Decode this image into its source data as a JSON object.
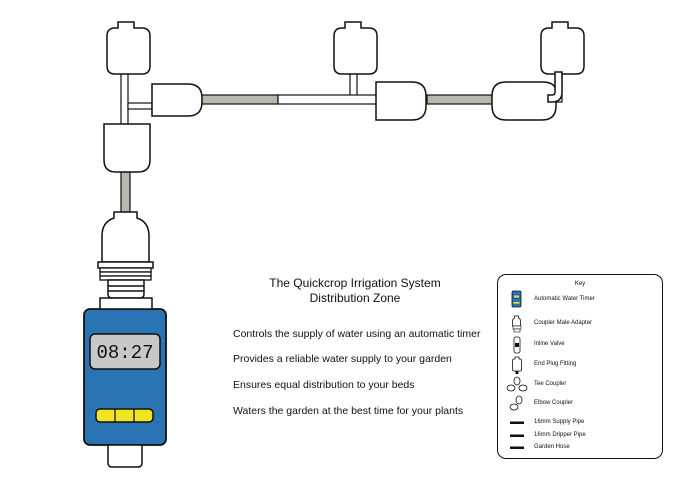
{
  "title": {
    "line1": "The Quickcrop Irrigation System",
    "line2": "Distribution Zone"
  },
  "features": [
    "Controls the supply of water using an automatic timer",
    "Provides a reliable water supply to your garden",
    "Ensures equal  distribution to your beds",
    "Waters the garden at the best time for your plants"
  ],
  "timer": {
    "display": "08:27"
  },
  "key": {
    "title": "Key",
    "items": [
      {
        "label": "Automatic Water Timer",
        "icon": "water-timer-icon"
      },
      {
        "label": "Coupler Male Adapter",
        "icon": "coupler-male-adapter-icon"
      },
      {
        "label": "Inline Valve",
        "icon": "inline-valve-icon"
      },
      {
        "label": "End Plug Fitting",
        "icon": "end-plug-icon"
      },
      {
        "label": "Tee Coupler",
        "icon": "tee-coupler-icon"
      },
      {
        "label": "Elbow Coupler",
        "icon": "elbow-coupler-icon"
      },
      {
        "label": "16mm Supply Pipe",
        "icon": "supply-pipe-icon"
      },
      {
        "label": "16mm Dripper Pipe",
        "icon": "dripper-pipe-icon"
      },
      {
        "label": "Garden Hose",
        "icon": "garden-hose-icon"
      }
    ]
  },
  "colors": {
    "timer_body": "#2a74b4",
    "timer_screen": "#c8c8c8",
    "timer_buttons": "#f2e421",
    "pipe_fill": "#b7b9ac",
    "outline": "#111111"
  }
}
